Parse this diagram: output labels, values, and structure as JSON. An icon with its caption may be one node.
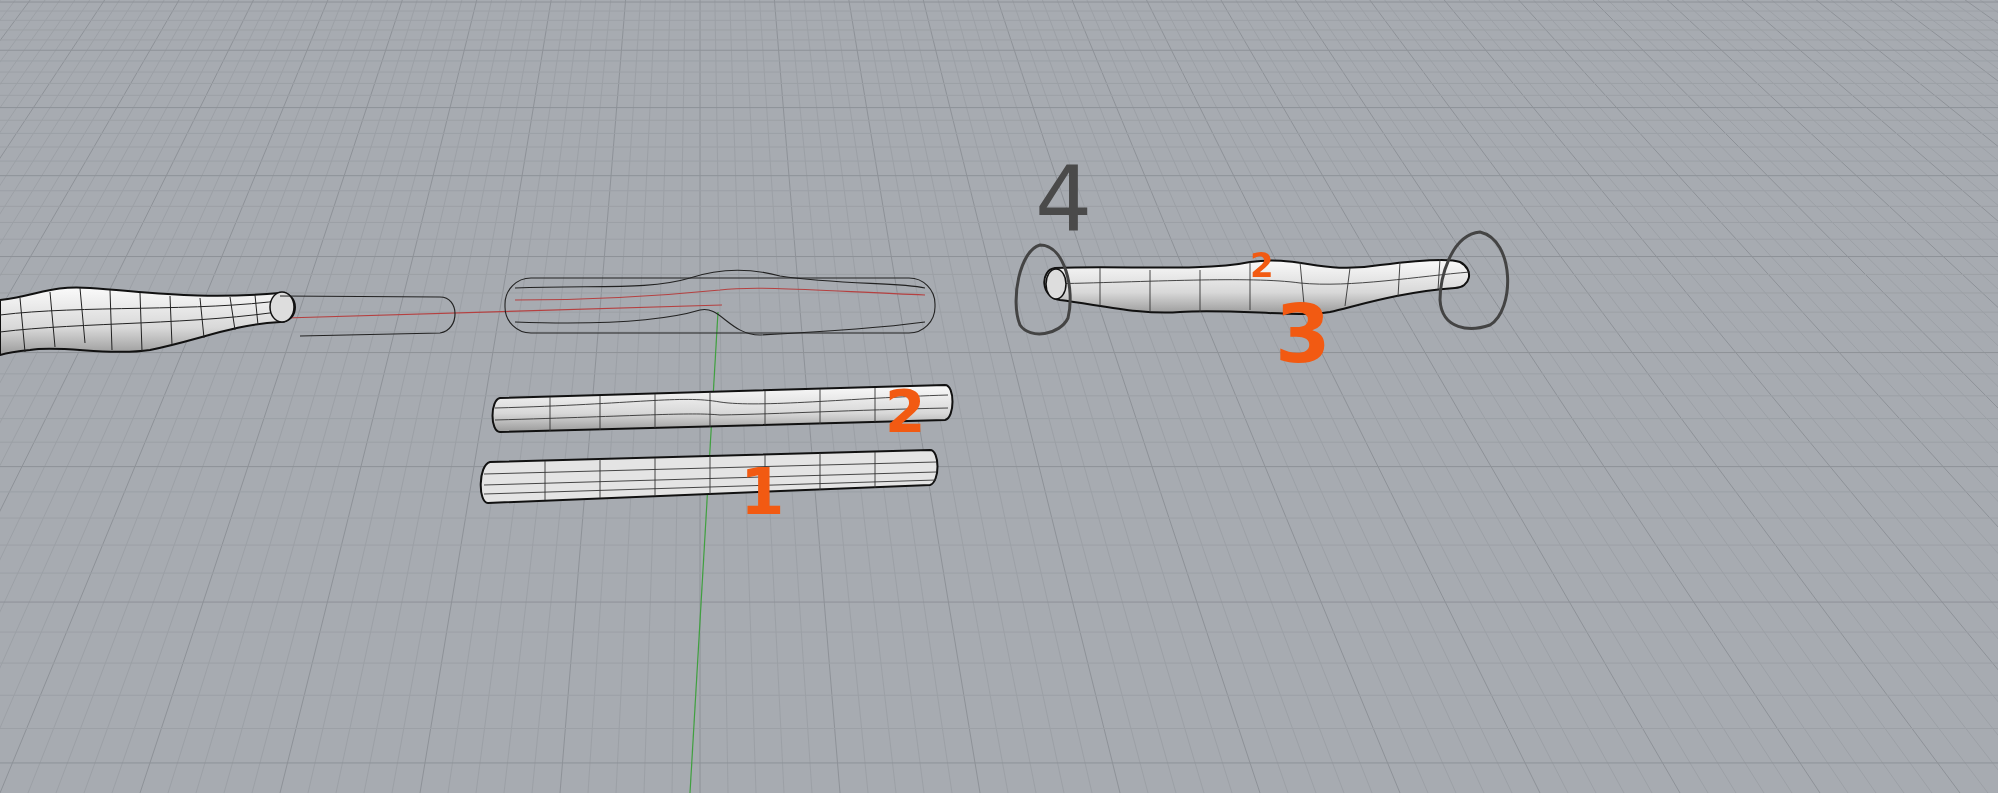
{
  "diagram": {
    "labels": [
      "4",
      "2",
      "3",
      "2",
      "1"
    ]
  }
}
